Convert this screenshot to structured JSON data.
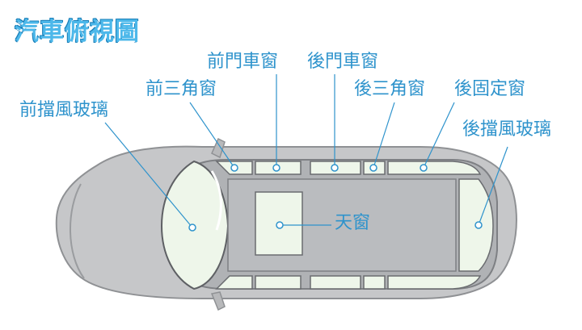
{
  "title": "汽車俯視圖",
  "labels": {
    "front_windshield": "前擋風玻璃",
    "front_quarter": "前三角窗",
    "front_door": "前門車窗",
    "rear_door": "後門車窗",
    "rear_quarter": "後三角窗",
    "rear_fixed": "後固定窗",
    "rear_windshield": "後擋風玻璃",
    "sunroof": "天窗"
  },
  "colors": {
    "accent": "#2e93cc",
    "title": "#4db8ea",
    "body": "#c8c9cb",
    "glass": "#eef6ea"
  }
}
